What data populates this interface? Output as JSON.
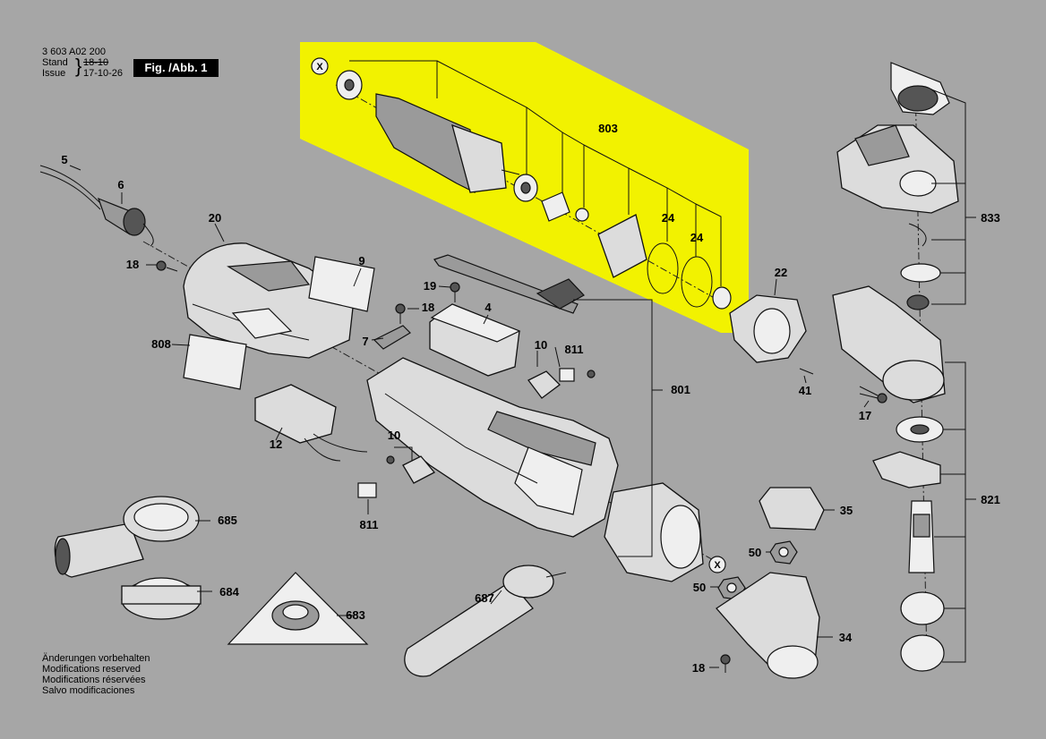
{
  "header": {
    "doc_number": "3 603 A02 200",
    "stand_label": "Stand",
    "stand_value": "18-10",
    "issue_label": "Issue",
    "issue_value": "17-10-26",
    "figure_tag": "Fig. /Abb. 1"
  },
  "notes": [
    "Änderungen vorbehalten",
    "Modifications reserved",
    "Modifications réservées",
    "Salvo modificaciones"
  ],
  "highlight_color": "#f2f200",
  "callouts": {
    "c5": "5",
    "c6": "6",
    "c20": "20",
    "c18a": "18",
    "c9": "9",
    "c19": "19",
    "c18b": "18",
    "c4": "4",
    "c7": "7",
    "c808": "808",
    "c10a": "10",
    "c811a": "811",
    "c801": "801",
    "c12": "12",
    "c10b": "10",
    "c811b": "811",
    "c685": "685",
    "c684": "684",
    "c683": "683",
    "c687": "687",
    "c803": "803",
    "c24a": "24",
    "c24b": "24",
    "cXa": "X",
    "cXb": "X",
    "c22": "22",
    "c41": "41",
    "c17": "17",
    "c833": "833",
    "c821": "821",
    "c35": "35",
    "c50a": "50",
    "c50b": "50",
    "c34": "34",
    "c18c": "18"
  }
}
